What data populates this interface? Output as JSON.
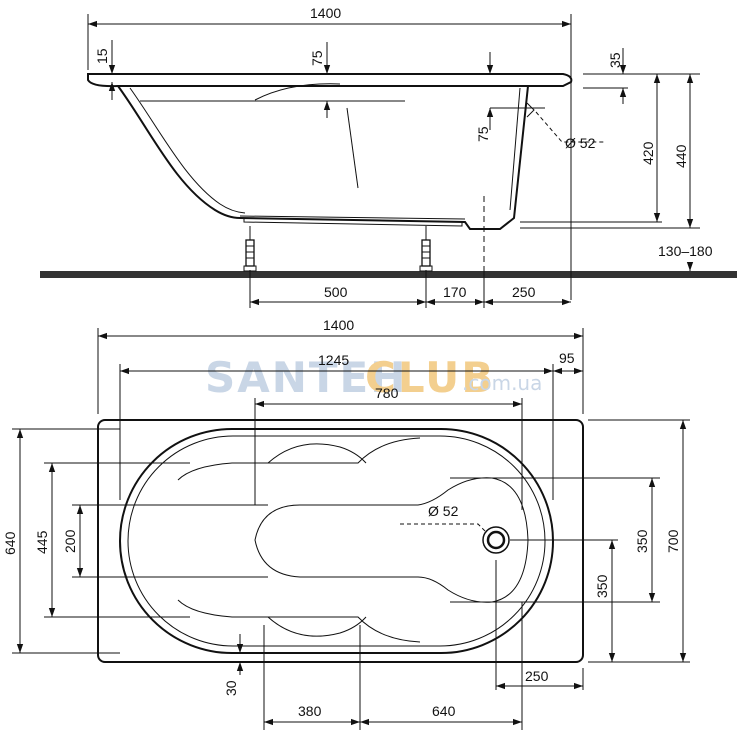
{
  "watermark": {
    "part1": "SANTEH",
    "part2": "CLUB",
    "domain": ".com.ua",
    "color1": "#c9d6e6",
    "color2": "#f3cf8f"
  },
  "side_view": {
    "dim_total_length": "1400",
    "dim_rim_left": "15",
    "dim_rim_mid": "75",
    "dim_rim_right": "35",
    "dim_overflow_height": "75",
    "dim_drain_diameter": "Ø 52",
    "dim_inner_height": "420",
    "dim_total_height": "440",
    "dim_leg_height": "130–180",
    "dim_leg_spacing": "500",
    "dim_leg_to_drain": "170",
    "dim_drain_to_end": "250"
  },
  "top_view": {
    "dim_total_length": "1400",
    "dim_inner_length": "1245",
    "dim_end_offset": "95",
    "dim_bottom_length": "780",
    "dim_drain_diameter": "Ø 52",
    "dim_inner_width": "640",
    "dim_bottom_width": "445",
    "dim_seat_width": "200",
    "dim_drain_span": "350",
    "dim_total_width": "700",
    "dim_drain_to_edge": "350",
    "dim_side_offset": "30",
    "dim_drain_from_end": "250",
    "dim_seat_offset": "380",
    "dim_bottom_segment": "640"
  },
  "colors": {
    "line": "#111111",
    "floor": "#333333"
  }
}
